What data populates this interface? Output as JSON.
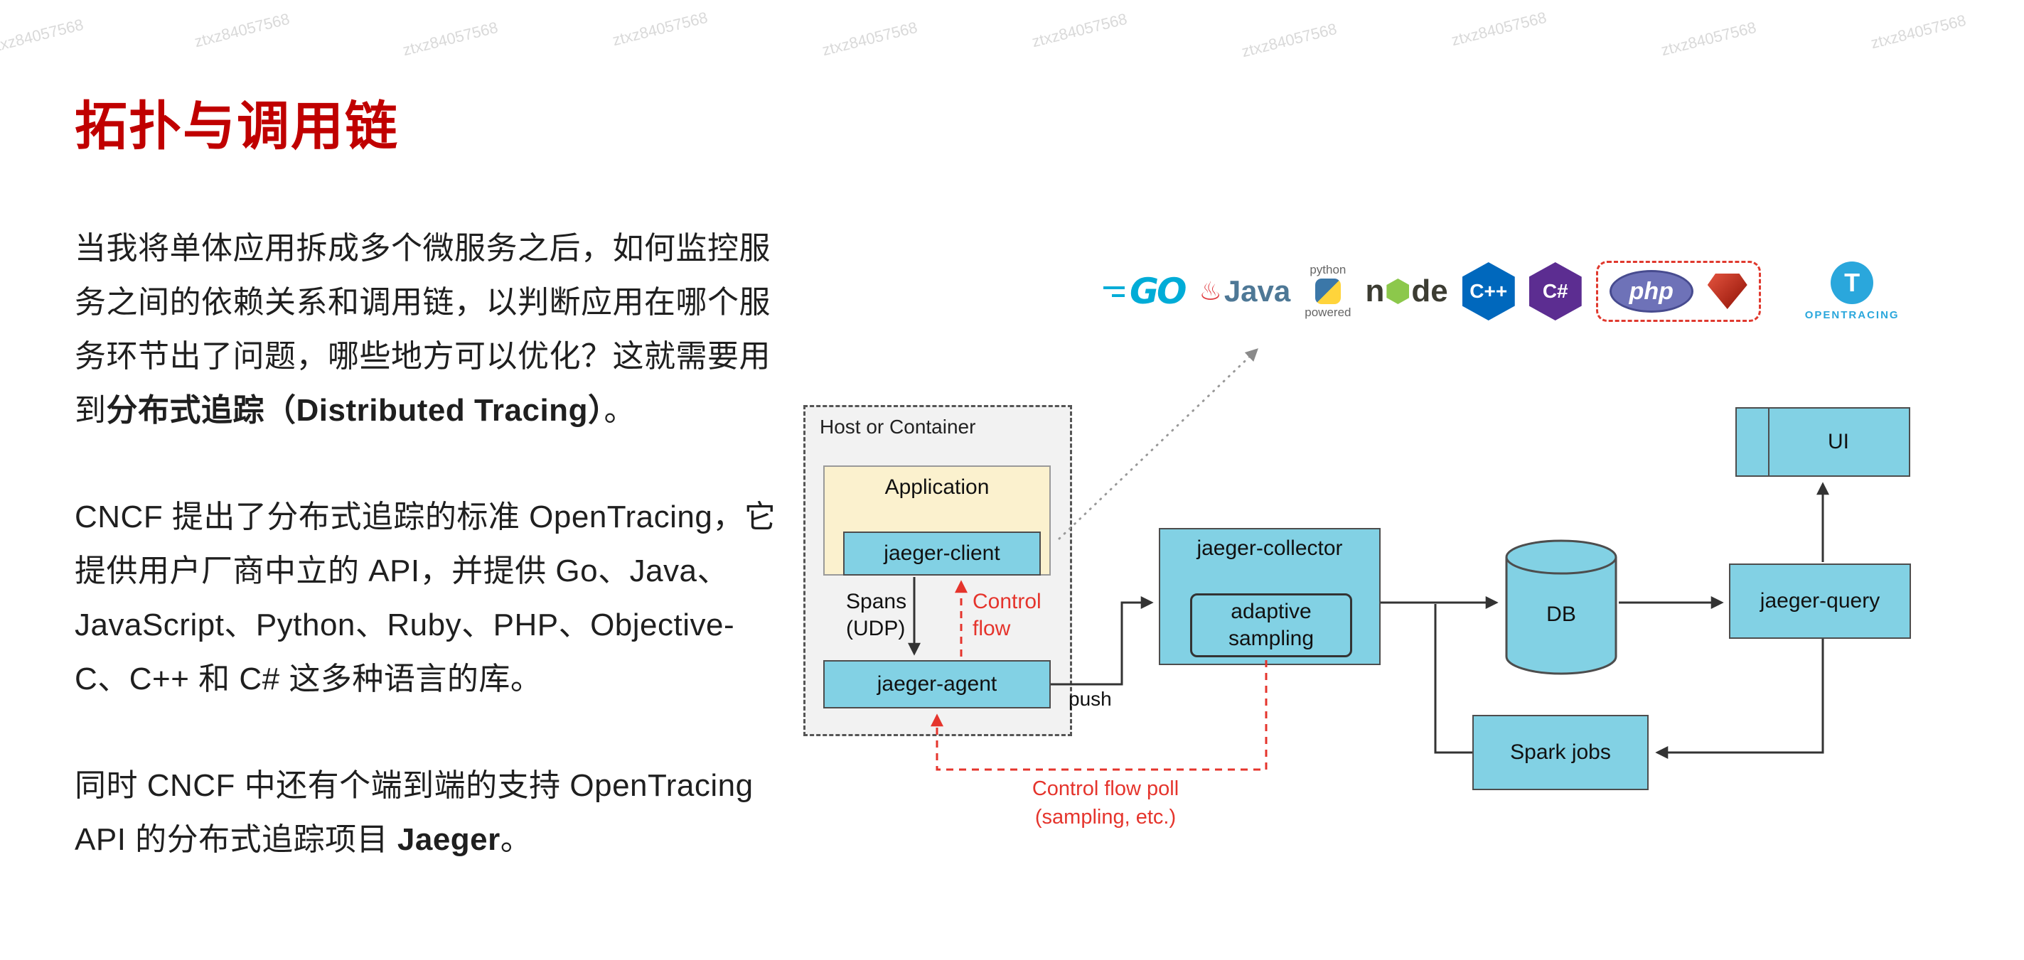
{
  "watermark": {
    "text": "ztxz84057568"
  },
  "colors": {
    "title_red": "#C00000",
    "box_cyan": "#82D1E4",
    "application_yellow": "#FBF1CE",
    "flow_red": "#E5342C"
  },
  "slide": {
    "title": "拓扑与调用链",
    "paragraphs": [
      {
        "pre": "当我将单体应用拆成多个微服务之后，如何监控服务之间的依赖关系和调用链，以判断应用在哪个服务环节出了问题，哪些地方可以优化？这就需要用到",
        "bold": "分布式追踪（Distributed Tracing）",
        "post": "。"
      },
      {
        "pre": "CNCF 提出了分布式追踪的标准 OpenTracing，它提供用户厂商中立的 API，并提供 Go、Java、JavaScript、Python、Ruby、PHP、Objective-C、C++ 和 C# 这多种语言的库。",
        "bold": "",
        "post": ""
      },
      {
        "pre": "同时 CNCF 中还有个端到端的支持 OpenTracing API 的分布式追踪项目 ",
        "bold": "Jaeger",
        "post": "。"
      }
    ]
  },
  "diagram": {
    "host_label": "Host or Container",
    "application_label": "Application",
    "client_label": "jaeger-client",
    "agent_label": "jaeger-agent",
    "collector_label": "jaeger-collector",
    "sampling_label": "adaptive sampling",
    "db_label": "DB",
    "query_label": "jaeger-query",
    "ui_label": "UI",
    "spark_label": "Spark jobs",
    "spans_line1": "Spans",
    "spans_line2": "(UDP)",
    "control_line1": "Control",
    "control_line2": "flow",
    "push_label": "push",
    "poll_line1": "Control flow poll",
    "poll_line2": "(sampling, etc.)"
  },
  "logos": {
    "go_text": "GO",
    "java_steam": "♨",
    "java_text": "Java",
    "python_top": "python",
    "python_bottom": "powered",
    "node_left": "n",
    "node_right": "de",
    "cpp_text": "C++",
    "csharp_text": "C#",
    "php_text": "php",
    "opentracing_t": "T",
    "opentracing_text": "OPENTRACING"
  }
}
